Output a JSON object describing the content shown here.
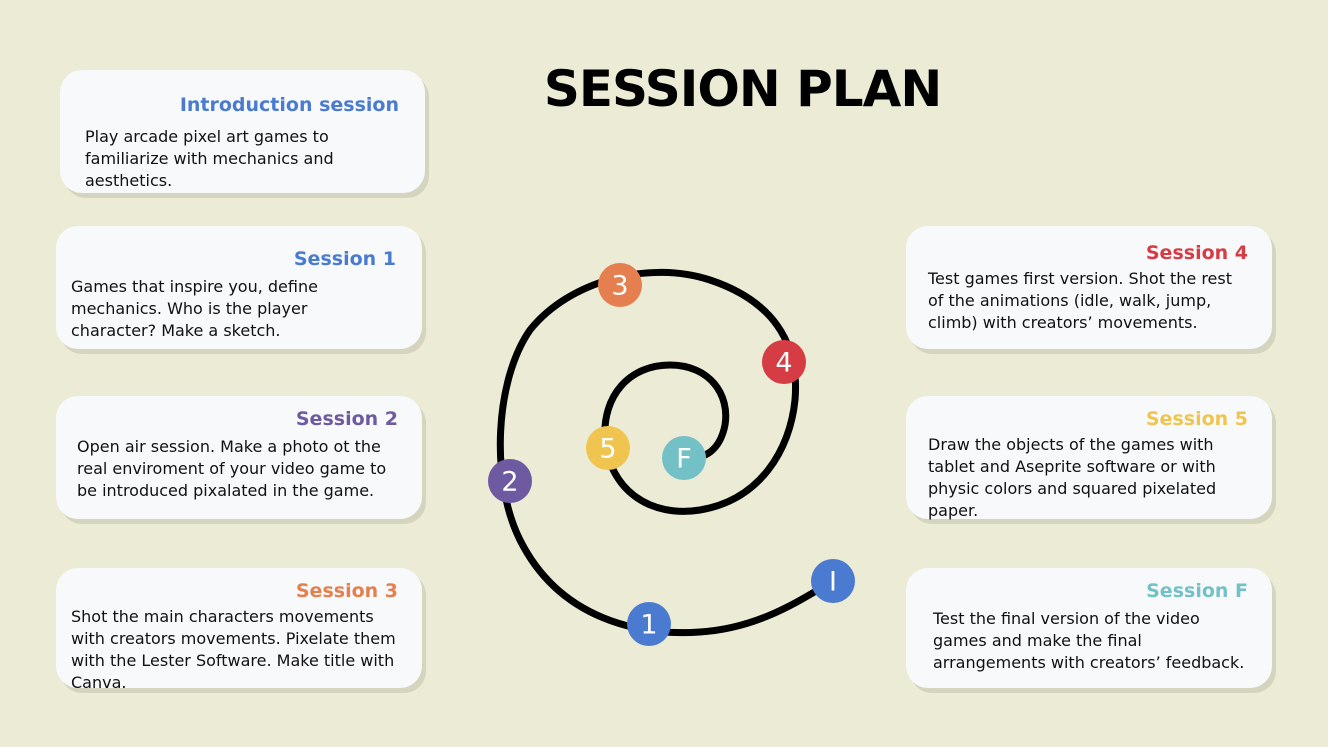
{
  "title": "SESSION PLAN",
  "colors": {
    "background": "#ECEBD5",
    "card": "#F7F9FB",
    "intro": "#4A7BD0",
    "session1": "#4A7BD0",
    "session2": "#6E5AA0",
    "session3": "#E57F4F",
    "session4": "#D63C43",
    "session5": "#EFC54F",
    "sessionF": "#73C1C6",
    "spiral": "#000000"
  },
  "cards": {
    "intro": {
      "heading": "Introduction session",
      "text": "Play arcade pixel art games to familiarize with mechanics and aesthetics."
    },
    "s1": {
      "heading": "Session 1",
      "text": "Games that inspire you, define mechanics. Who is the player character? Make a sketch."
    },
    "s2": {
      "heading": "Session 2",
      "text": "Open air session. Make a photo ot the real enviroment of your video game to be introduced pixalated in the game."
    },
    "s3": {
      "heading": "Session 3",
      "text": "Shot the main characters movements with creators movements. Pixelate them with the Lester Software. Make title with Canva."
    },
    "s4": {
      "heading": "Session 4",
      "text": "Test games first version. Shot the rest of the animations (idle, walk, jump, climb) with creators’ movements."
    },
    "s5": {
      "heading": "Session 5",
      "text": "Draw the objects of the games with tablet and Aseprite software or with physic colors and squared pixelated paper."
    },
    "sf": {
      "heading": "Session F",
      "text": "Test the final version of the video games and make the final arrangements with creators’ feedback."
    }
  },
  "spiral_nodes": [
    {
      "label": "I",
      "color": "#4A7BD0"
    },
    {
      "label": "1",
      "color": "#4A7BD0"
    },
    {
      "label": "2",
      "color": "#6E5AA0"
    },
    {
      "label": "3",
      "color": "#E57F4F"
    },
    {
      "label": "4",
      "color": "#D63C43"
    },
    {
      "label": "5",
      "color": "#EFC54F"
    },
    {
      "label": "F",
      "color": "#73C1C6"
    }
  ]
}
